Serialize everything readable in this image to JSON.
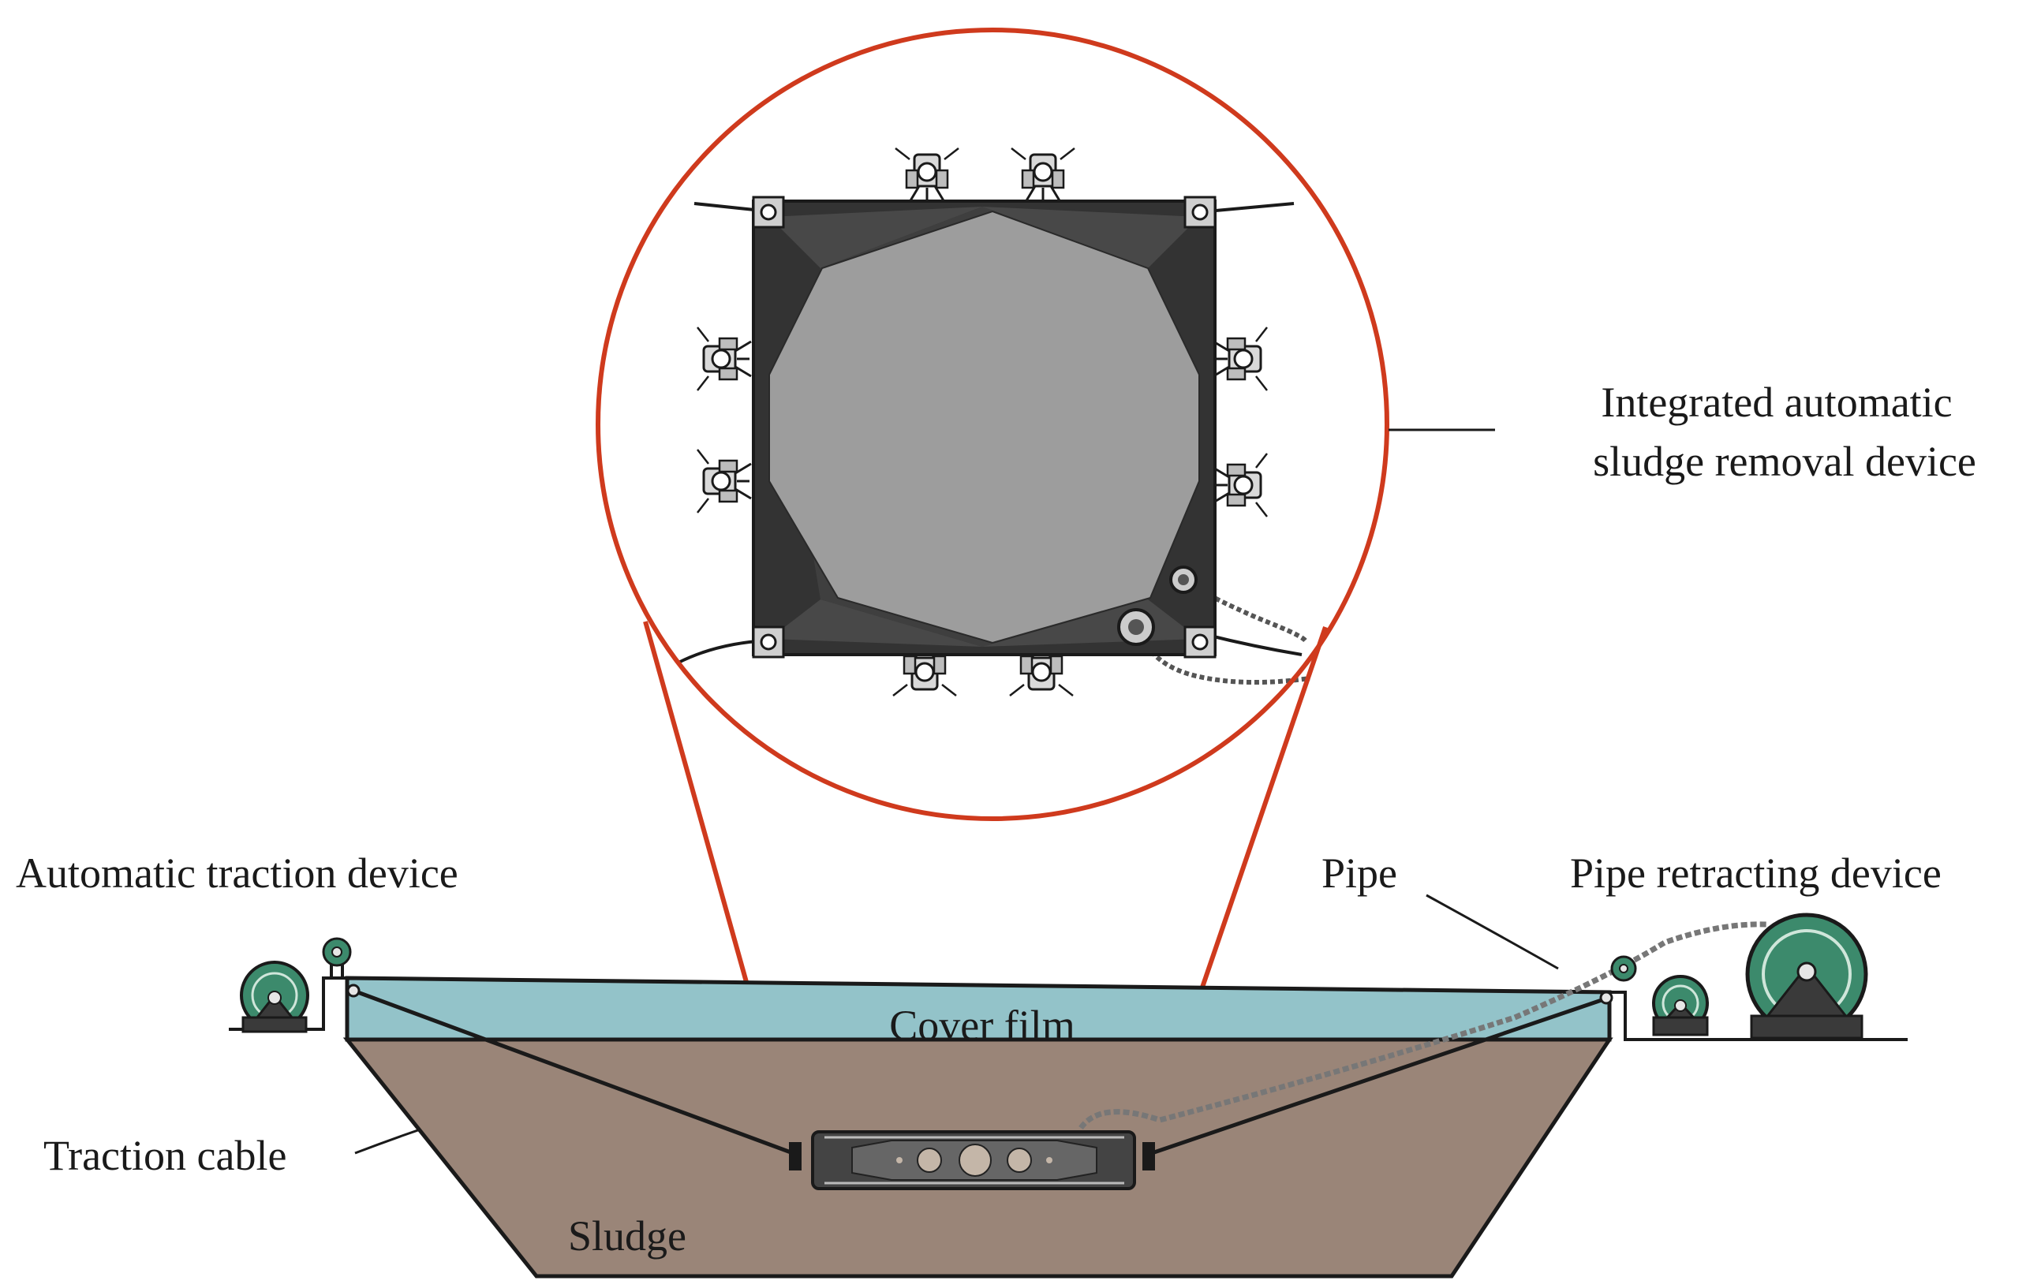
{
  "labels": {
    "device_line1": "Integrated automatic",
    "device_line2": "sludge removal device",
    "traction_device": "Automatic traction device",
    "pipe": "Pipe",
    "pipe_retracting": "Pipe retracting device",
    "cover_film": "Cover film",
    "traction_cable": "Traction cable",
    "sludge": "Sludge"
  },
  "colors": {
    "magnifier": "#cf3a1d",
    "water": "#93c3c9",
    "sludge": "#9a8578",
    "reel": "#3c8a6c",
    "device_dark": "#3b3b3b",
    "device_light": "#9d9d9d",
    "outline": "#1a1a1a"
  }
}
